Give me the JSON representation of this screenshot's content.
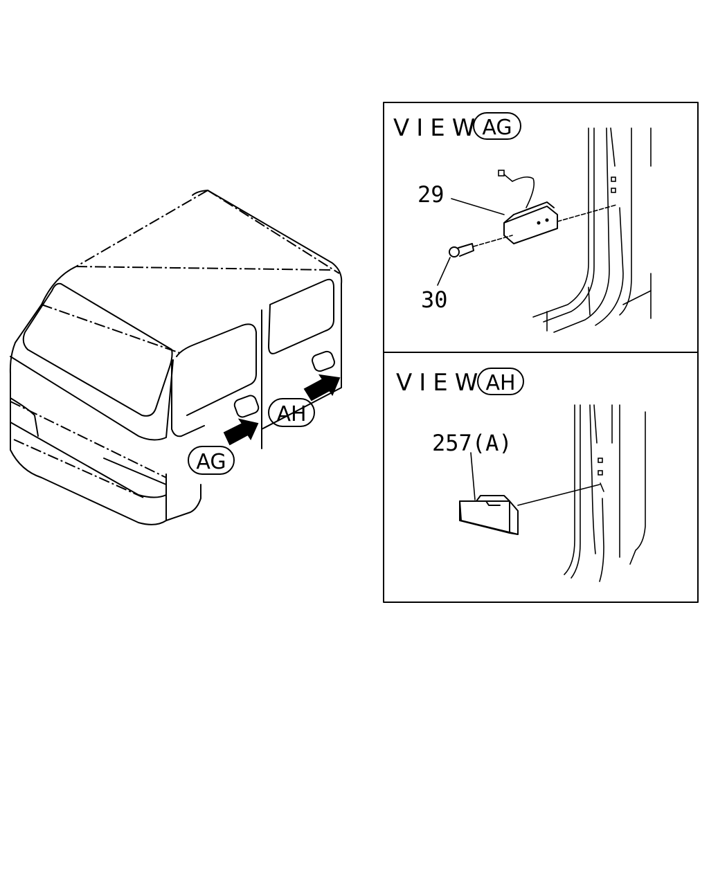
{
  "views": [
    {
      "view_label": "VIEW",
      "view_code": "AG"
    },
    {
      "view_label": "VIEW",
      "view_code": "AH"
    }
  ],
  "callouts": {
    "ag": "AG",
    "ah": "AH"
  },
  "parts": [
    {
      "number": "29"
    },
    {
      "number": "30"
    },
    {
      "number": "257(A)"
    }
  ]
}
